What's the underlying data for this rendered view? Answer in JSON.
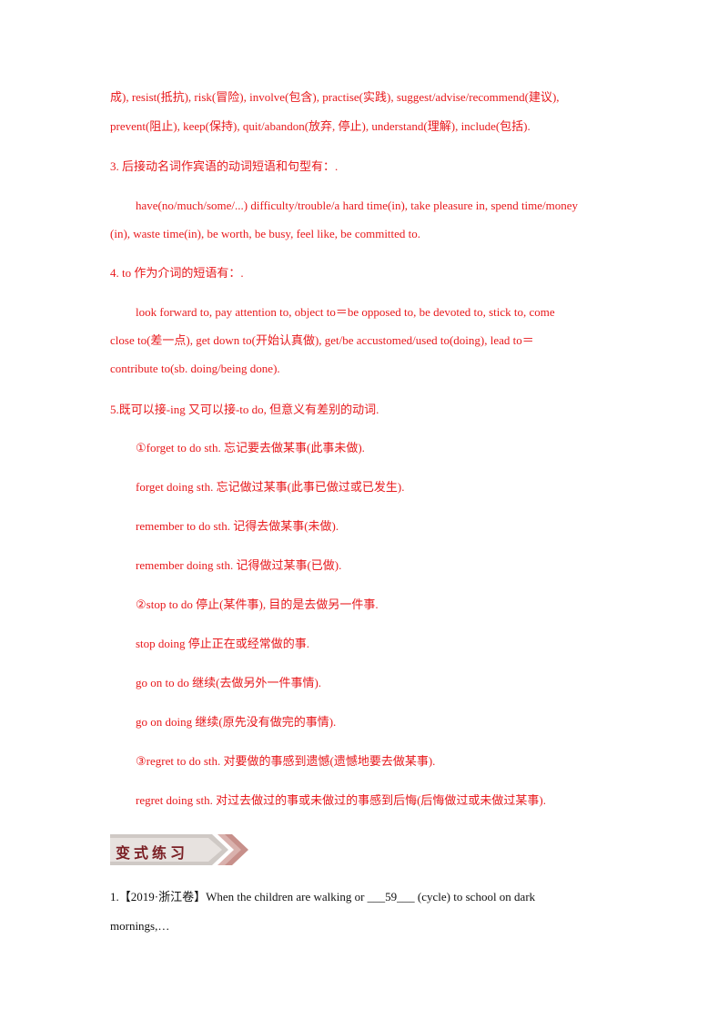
{
  "section2_tail": {
    "line1": "成), resist(抵抗), risk(冒险), involve(包含), practise(实践), suggest/advise/recommend(建议),",
    "line2": "prevent(阻止), keep(保持), quit/abandon(放弃, 停止), understand(理解), include(包括)."
  },
  "section3": {
    "heading": "3.  后接动名词作宾语的动词短语和句型有：.",
    "line1": "have(no/much/some/...) difficulty/trouble/a hard time(in), take pleasure in, spend time/money",
    "line2": "(in), waste time(in), be worth, be busy, feel like, be committed to."
  },
  "section4": {
    "heading": "4. to 作为介词的短语有：.",
    "line1": "look forward to, pay attention to, object to＝be opposed to, be devoted to, stick to, come",
    "line2": "close to(差一点), get down to(开始认真做), get/be accustomed/used to(doing), lead to＝",
    "line3": "contribute to(sb. doing/being done)."
  },
  "section5": {
    "heading": "5.既可以接-ing 又可以接-to do,  但意义有差别的动词.",
    "items": [
      "①forget to do sth.     忘记要去做某事(此事未做).",
      "forget doing sth.     忘记做过某事(此事已做过或已发生).",
      "remember to do sth.     记得去做某事(未做).",
      "remember doing sth.     记得做过某事(已做).",
      "②stop to do     停止(某件事),  目的是去做另一件事.",
      "stop doing     停止正在或经常做的事.",
      "go on to do     继续(去做另外一件事情).",
      "go on doing     继续(原先没有做完的事情).",
      "③regret to do sth.     对要做的事感到遗憾(遗憾地要去做某事).",
      "regret doing sth.     对过去做过的事或未做过的事感到后悔(后悔做过或未做过某事)."
    ]
  },
  "banner": {
    "label": "变式练习"
  },
  "question1": {
    "line1": "1.【2019·浙江卷】When  the  children  are  walking  or  ___59___  (cycle)  to  school  on  dark",
    "line2": "mornings,…"
  },
  "colors": {
    "text_red": "#e8191c",
    "text_black": "#111111",
    "banner_dark": "#7a1f24"
  }
}
